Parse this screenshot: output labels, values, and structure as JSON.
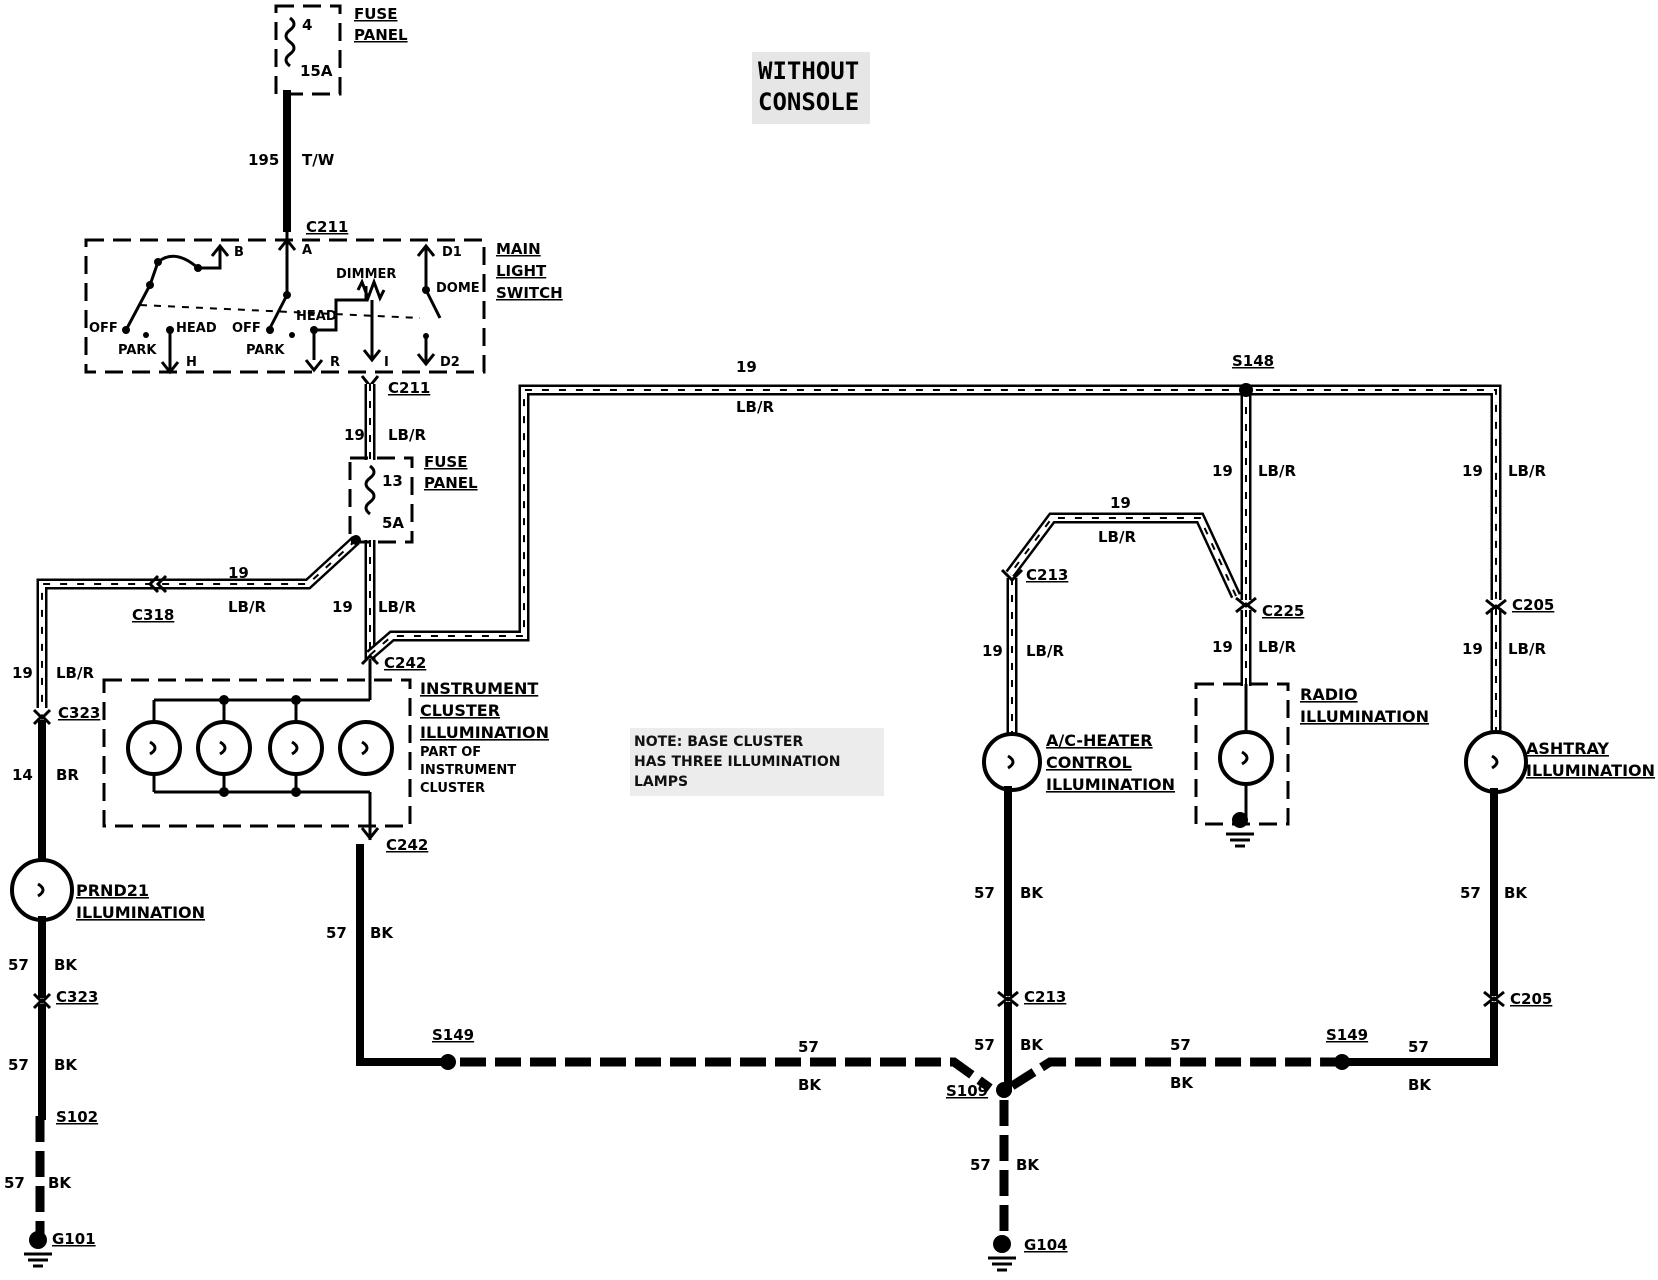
{
  "header": {
    "line1": "WITHOUT",
    "line2": "CONSOLE"
  },
  "fuse_top": {
    "label1": "FUSE",
    "label2": "PANEL",
    "number": "4",
    "rating": "15A"
  },
  "wire_195": {
    "gauge": "195",
    "color": "T/W"
  },
  "main_light_switch": {
    "label1": "MAIN",
    "label2": "LIGHT",
    "label3": "SWITCH",
    "connector": "C211",
    "terminals": {
      "b": "B",
      "a": "A",
      "d1": "D1",
      "h": "H",
      "r": "R",
      "i": "I",
      "d2": "D2"
    },
    "positions": {
      "off_left": "OFF",
      "park_left": "PARK",
      "head_left": "HEAD",
      "off_right": "OFF",
      "park_right": "PARK",
      "head_right": "HEAD",
      "dimmer": "DIMMER",
      "dome": "DOME"
    }
  },
  "connectors": {
    "c211_bottom": "C211",
    "c318": "C318",
    "c242_top": "C242",
    "c242_bottom": "C242",
    "c323_top": "C323",
    "c323_bottom": "C323",
    "s102": "S102",
    "g101": "G101",
    "s148": "S148",
    "c213_top": "C213",
    "c213_bottom": "C213",
    "c225": "C225",
    "c205_top": "C205",
    "c205_bottom": "C205",
    "s149_left": "S149",
    "s149_right": "S149",
    "s109": "S109",
    "g104": "G104"
  },
  "fuse_13": {
    "label1": "FUSE",
    "label2": "PANEL",
    "number": "13",
    "rating": "5A"
  },
  "wire_labels": {
    "g19": "19",
    "lbr": "LB/R",
    "g14": "14",
    "br": "BR",
    "g57": "57",
    "bk": "BK"
  },
  "components": {
    "cluster": {
      "line1": "INSTRUMENT",
      "line2": "CLUSTER",
      "line3": "ILLUMINATION",
      "sub1": "PART OF",
      "sub2": "INSTRUMENT",
      "sub3": "CLUSTER"
    },
    "prnd21": {
      "line1": "PRND21",
      "line2": "ILLUMINATION"
    },
    "ac_heater": {
      "line1": "A/C-HEATER",
      "line2": "CONTROL",
      "line3": "ILLUMINATION"
    },
    "radio": {
      "line1": "RADIO",
      "line2": "ILLUMINATION"
    },
    "ashtray": {
      "line1": "ASHTRAY",
      "line2": "ILLUMINATION"
    }
  },
  "note": {
    "line1": "NOTE: BASE CLUSTER",
    "line2": "HAS THREE ILLUMINATION",
    "line3": "LAMPS"
  }
}
